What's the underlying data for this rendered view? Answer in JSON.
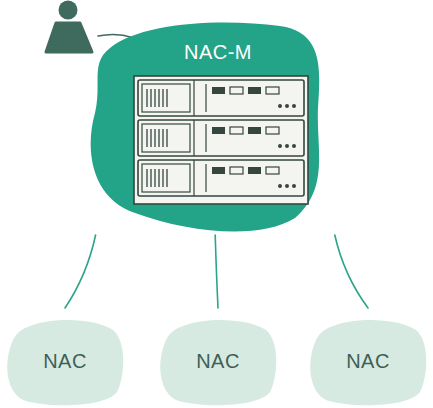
{
  "diagram": {
    "nodes": [
      {
        "text": [
          "NAC-M"
        ]
      },
      {
        "text": [
          "NAC"
        ]
      },
      {
        "text": [
          "NAC"
        ]
      },
      {
        "text": [
          "NAC"
        ]
      }
    ],
    "edges": [
      {
        "from": 0,
        "to": 1,
        "arrow": "none"
      },
      {
        "from": 0,
        "to": 2,
        "arrow": "none"
      },
      {
        "from": 0,
        "to": 3,
        "arrow": "none"
      }
    ]
  }
}
